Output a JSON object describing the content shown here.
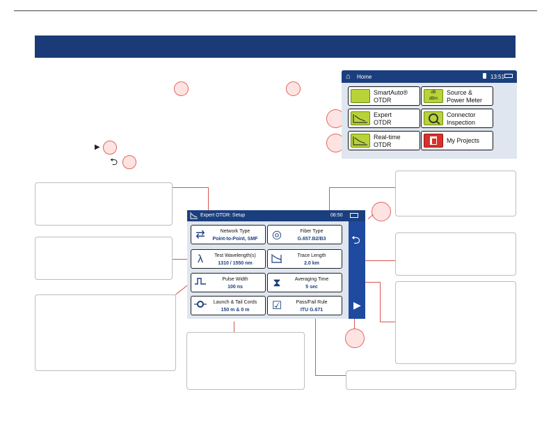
{
  "header": {
    "banner_title": ""
  },
  "home_screen": {
    "title": "Home",
    "time": "13:51",
    "tiles": [
      {
        "label": "SmartAuto®\nOTDR",
        "icon": "smartauto-icon",
        "color": "#b8d338"
      },
      {
        "label": "Source &\nPower Meter",
        "icon": "dbm-icon",
        "color": "#b8d338"
      },
      {
        "label": "Expert\nOTDR",
        "icon": "otdr-trace-icon",
        "color": "#b8d338"
      },
      {
        "label": "Connector\nInspection",
        "icon": "connector-icon",
        "color": "#b8d338"
      },
      {
        "label": "Real-time\nOTDR",
        "icon": "otdr-trace-icon",
        "color": "#b8d338"
      },
      {
        "label": "My Projects",
        "icon": "projects-icon",
        "color": "#d9302b"
      }
    ]
  },
  "setup_screen": {
    "title": "Expert OTDR: Setup",
    "time": "06:50",
    "cells": [
      {
        "title": "Network Type",
        "value": "Point-to-Point, SMF",
        "icon": "arrows-icon"
      },
      {
        "title": "Fiber Type",
        "value": "G.657.B2/B3",
        "icon": "fiber-disc-icon"
      },
      {
        "title": "Test Wavelength(s)",
        "value": "1310 / 1550 nm",
        "icon": "lambda-icon"
      },
      {
        "title": "Trace Length",
        "value": "2.0 km",
        "icon": "trace-length-icon"
      },
      {
        "title": "Pulse Width",
        "value": "100 ns",
        "icon": "pulse-icon"
      },
      {
        "title": "Averaging Time",
        "value": "5 sec",
        "icon": "hourglass-icon"
      },
      {
        "title": "Launch & Tail Cords",
        "value": "150 m & 0 m",
        "icon": "cord-icon"
      },
      {
        "title": "Pass/Fail Rule",
        "value": "ITU G.671",
        "icon": "checkbox-icon"
      }
    ]
  },
  "glyphs": {
    "play": "▶",
    "back": "⮌"
  },
  "colors": {
    "banner": "#1b3b78",
    "accent": "#e8605b",
    "screen": "#1b3f7e"
  }
}
